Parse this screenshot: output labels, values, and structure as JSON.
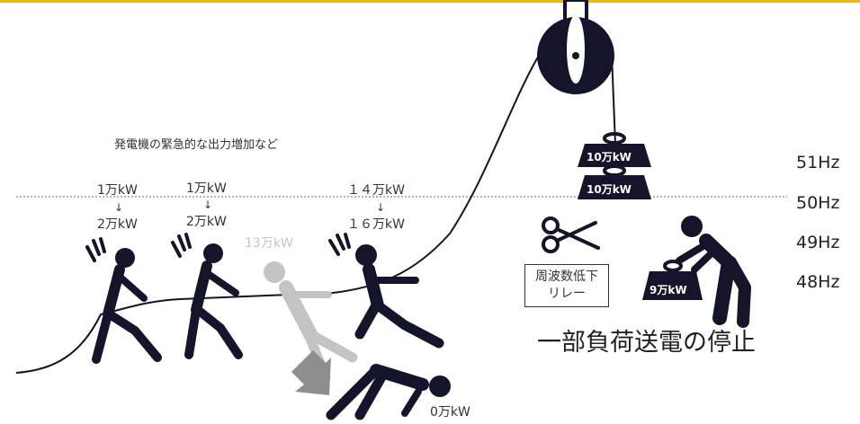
{
  "caption": "発電機の緊急的な出力増加など",
  "generators": [
    {
      "before": "1万kW",
      "arrow": "↓",
      "after": "2万kW"
    },
    {
      "before": "1万kW",
      "arrow": "↓",
      "after": "2万kW"
    },
    {
      "before": "１４万kW",
      "arrow": "↓",
      "after": "１６万kW"
    }
  ],
  "grey_generator_label": "13万kW",
  "fallen_generator_label": "0万kW",
  "weights": [
    "10万kW",
    "10万kW"
  ],
  "load_weight": "9万kW",
  "frequency_levels": [
    "51Hz",
    "50Hz",
    "49Hz",
    "48Hz"
  ],
  "relay": {
    "line1": "周波数低下",
    "line2": "リレー"
  },
  "load_shedding": "一部負荷送電の停止",
  "colors": {
    "accent": "#f2b705",
    "figure": "#14142b",
    "grey_figure": "#c4c4c4"
  }
}
